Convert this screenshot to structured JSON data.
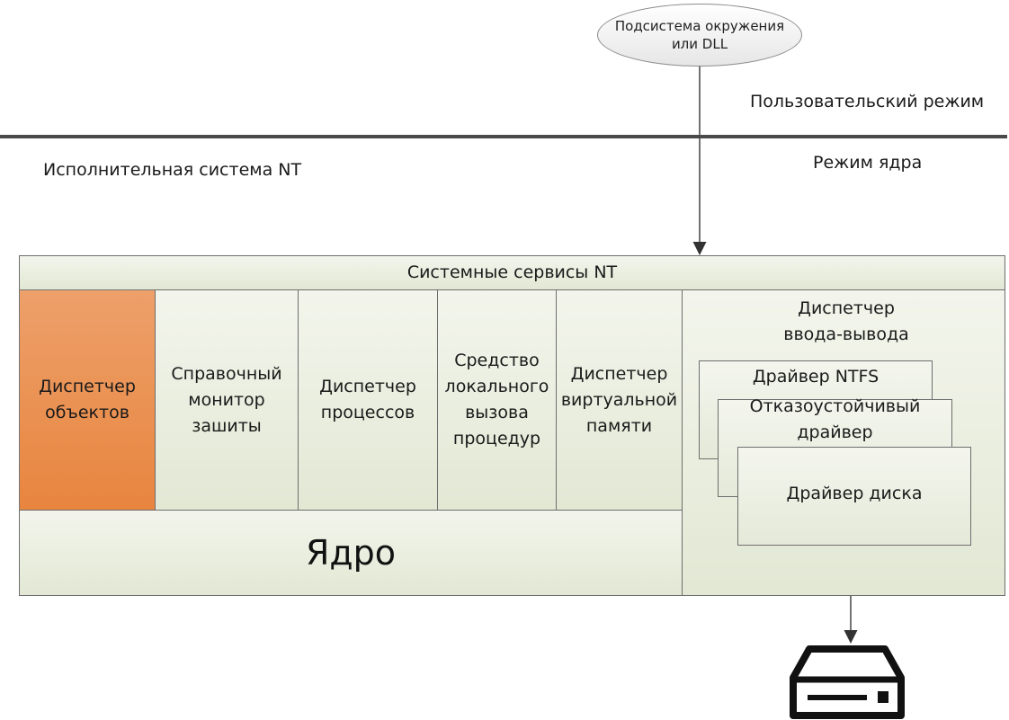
{
  "env_subsystem": {
    "line1": "Подсистема окружения",
    "line2": "или DLL"
  },
  "user_mode": "Пользовательский режим",
  "kernel_mode": "Режим ядра",
  "executive_title": "Исполнительная система NT",
  "system_services": "Системные сервисы NT",
  "object_manager": {
    "line1": "Диспетчер",
    "line2": "объектов"
  },
  "security_monitor": {
    "line1": "Справочный",
    "line2": "монитор",
    "line3": "зашиты"
  },
  "process_manager": {
    "line1": "Диспетчер",
    "line2": "процессов"
  },
  "lpc": {
    "line1": "Средство",
    "line2": "локального",
    "line3": "вызова",
    "line4": "процедур"
  },
  "vm_manager": {
    "line1": "Диспетчер",
    "line2": "виртуальной",
    "line3": "памяти"
  },
  "io_manager": {
    "line1": "Диспетчер",
    "line2": "ввода-вывода"
  },
  "ntfs_driver": "Драйвер NTFS",
  "fault_tolerant_driver": {
    "line1": "Отказоустойчивый",
    "line2": "драйвер"
  },
  "disk_driver": "Драйвер диска",
  "kernel": "Ядро",
  "icons": {
    "hardware": "disk-drive-icon"
  },
  "colors": {
    "object_manager_fill": "#e8853f",
    "panel_fill": "#e2e8d4",
    "divider": "#4a4a4a"
  }
}
